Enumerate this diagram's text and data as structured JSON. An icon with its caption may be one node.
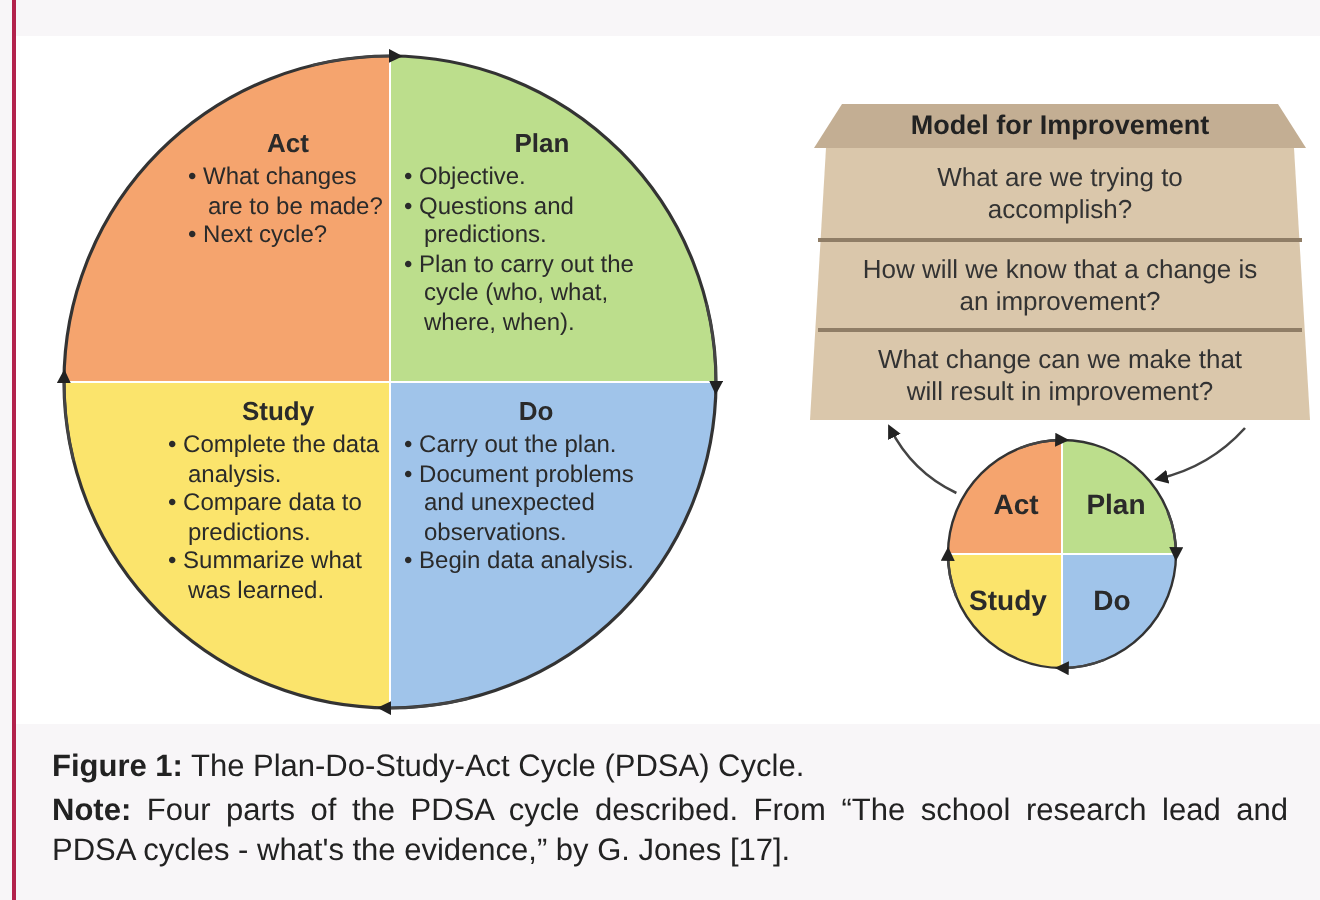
{
  "diagram": {
    "caption": "**Figure 1:** The Plan-Do-Study-Act Cycle (PDSA) Cycle.",
    "nodes": [
      {
        "text": [
          "Act",
          "• What changes are to be made?",
          "• Next cycle?"
        ]
      },
      {
        "text": [
          "Plan",
          "• Objective.",
          "• Questions and predictions.",
          "• Plan to carry out the cycle (who, what, where, when)."
        ]
      },
      {
        "text": [
          "Study",
          "• Complete the data analysis.",
          "• Compare data to predictions.",
          "• Summarize what was learned."
        ]
      },
      {
        "text": [
          "Do",
          "• Carry out the plan.",
          "• Document problems and unexpected observations.",
          "• Begin data analysis."
        ]
      },
      {
        "text": [
          "Model for Improvement"
        ]
      },
      {
        "text": [
          "What are we trying to accomplish?"
        ],
        "in": 4
      },
      {
        "text": [
          "How will we know that a change is an improvement?"
        ],
        "in": 4
      },
      {
        "text": [
          "What change can we make that will result in improvement?"
        ],
        "in": 4
      },
      {
        "text": [
          "Act"
        ]
      },
      {
        "text": [
          "Plan"
        ]
      },
      {
        "text": [
          "Study"
        ]
      },
      {
        "text": [
          "Do"
        ]
      }
    ],
    "edges": [
      {
        "from": 0,
        "to": 1,
        "arrow": "to"
      },
      {
        "from": 1,
        "to": 3,
        "arrow": "to"
      },
      {
        "from": 3,
        "to": 2,
        "arrow": "to"
      },
      {
        "from": 2,
        "to": 0,
        "arrow": "to"
      },
      {
        "from": 8,
        "to": 9,
        "arrow": "to"
      },
      {
        "from": 9,
        "to": 11,
        "arrow": "to"
      },
      {
        "from": 11,
        "to": 10,
        "arrow": "to"
      },
      {
        "from": 10,
        "to": 8,
        "arrow": "to"
      },
      {
        "from": 8,
        "to": 4,
        "arrow": "to"
      },
      {
        "from": 4,
        "to": 9,
        "arrow": "to"
      }
    ],
    "labels": [
      "**Note:** Four parts of the PDSA cycle described. From “The school research lead and PDSA cycles - what's the evidence,” by G. Jones [17]."
    ]
  }
}
